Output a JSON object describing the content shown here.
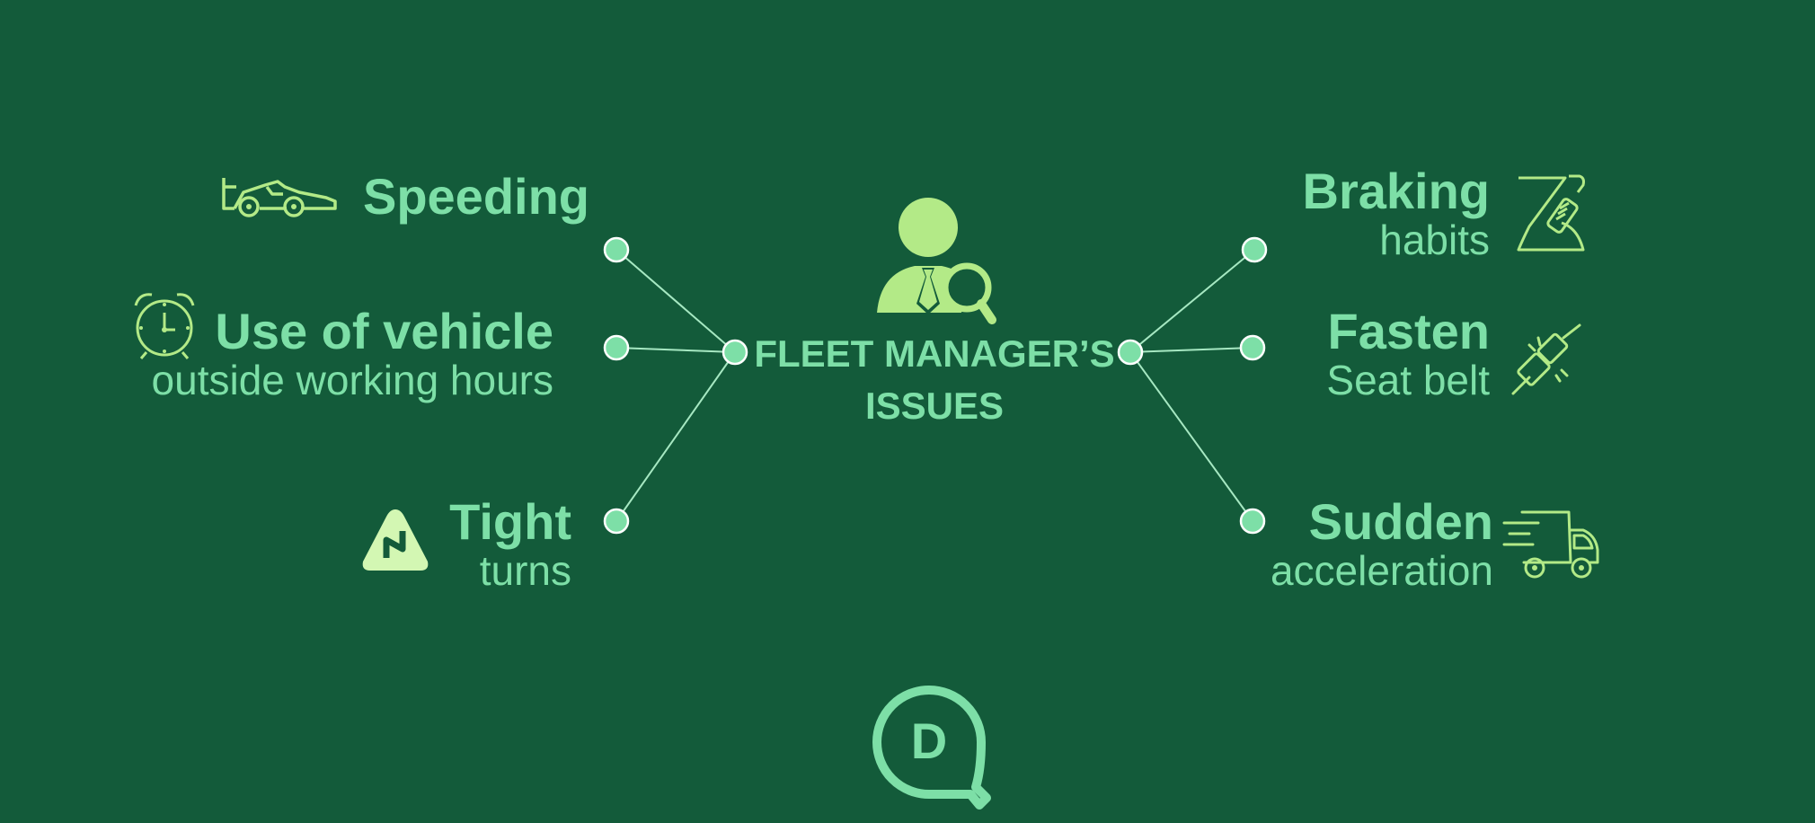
{
  "center": {
    "line1": "FLEET MANAGER’S",
    "line2": "ISSUES"
  },
  "left_issues": [
    {
      "main": "Speeding",
      "sub": "",
      "icon": "race-car-icon"
    },
    {
      "main": "Use of vehicle",
      "sub": "outside working hours",
      "icon": "alarm-clock-icon"
    },
    {
      "main": "Tight",
      "sub": "turns",
      "icon": "winding-road-sign-icon"
    }
  ],
  "right_issues": [
    {
      "main": "Braking",
      "sub": "habits",
      "icon": "hand-brake-icon"
    },
    {
      "main": "Fasten",
      "sub": "Seat belt",
      "icon": "seat-belt-buckle-icon"
    },
    {
      "main": "Sudden",
      "sub": "acceleration",
      "icon": "speeding-truck-icon"
    }
  ],
  "colors": {
    "background": "#135b3a",
    "text": "#7ddfa7",
    "icon": "#b3ea87",
    "node_fill": "#7ddfa7",
    "node_stroke": "#ffffff",
    "line": "#a6e8c2"
  },
  "logo": {
    "icon": "d-speech-bubble-logo",
    "letter": "D"
  }
}
